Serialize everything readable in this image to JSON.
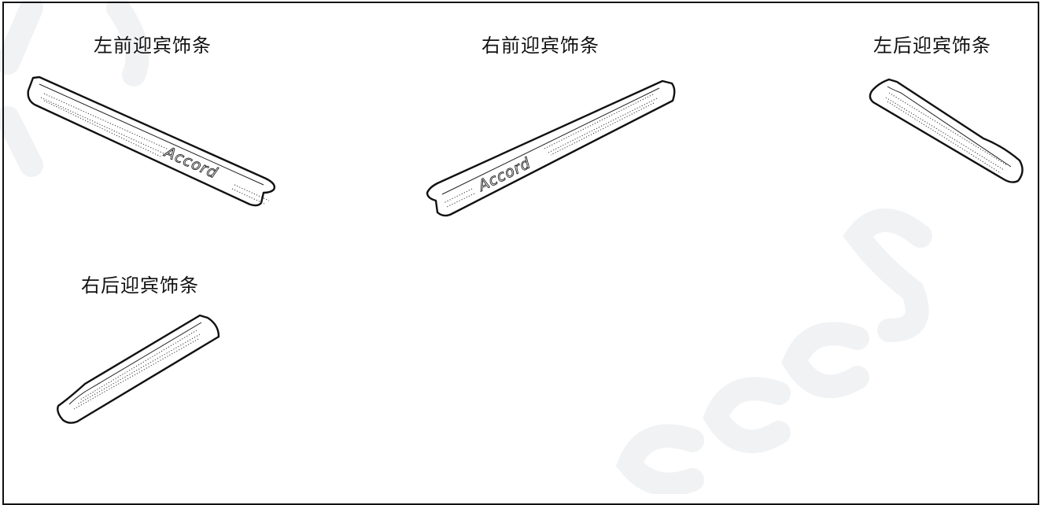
{
  "parts": [
    {
      "label": "左前迎宾饰条",
      "emblem": "Accord"
    },
    {
      "label": "右前迎宾饰条",
      "emblem": "Accord"
    },
    {
      "label": "左后迎宾饰条"
    },
    {
      "label": "右后迎宾饰条"
    }
  ],
  "colors": {
    "line": "#111111",
    "background": "#ffffff",
    "watermark": "#f1f2f4"
  }
}
